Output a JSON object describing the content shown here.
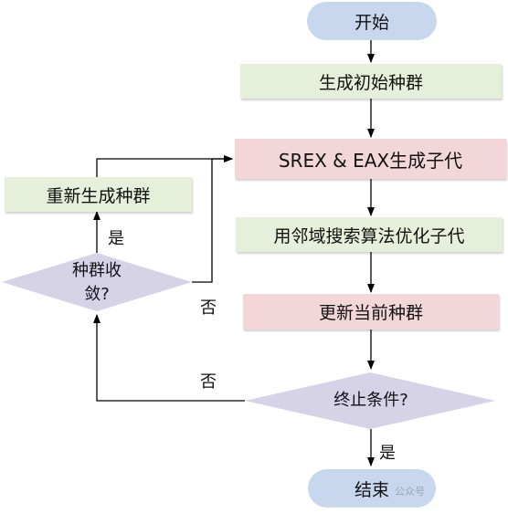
{
  "nodes": {
    "start": "开始",
    "init_population": "生成初始种群",
    "srex_eax": "SREX & EAX生成子代",
    "local_search": "用邻域搜索算法优化子代",
    "update_population": "更新当前种群",
    "termination_check": "终止条件?",
    "end": "结束",
    "convergence_check_line1": "种群收",
    "convergence_check_line2": "敛?",
    "regenerate_population": "重新生成种群"
  },
  "edge_labels": {
    "termination_yes": "是",
    "termination_no": "否",
    "convergence_yes": "是",
    "convergence_no": "否"
  },
  "watermark": "公众号",
  "colors": {
    "terminal": "#c6d7ee",
    "process_green": "#e6efd9",
    "process_pink": "#f2d6d8",
    "decision": "#d6d3e9",
    "line": "#000000"
  }
}
